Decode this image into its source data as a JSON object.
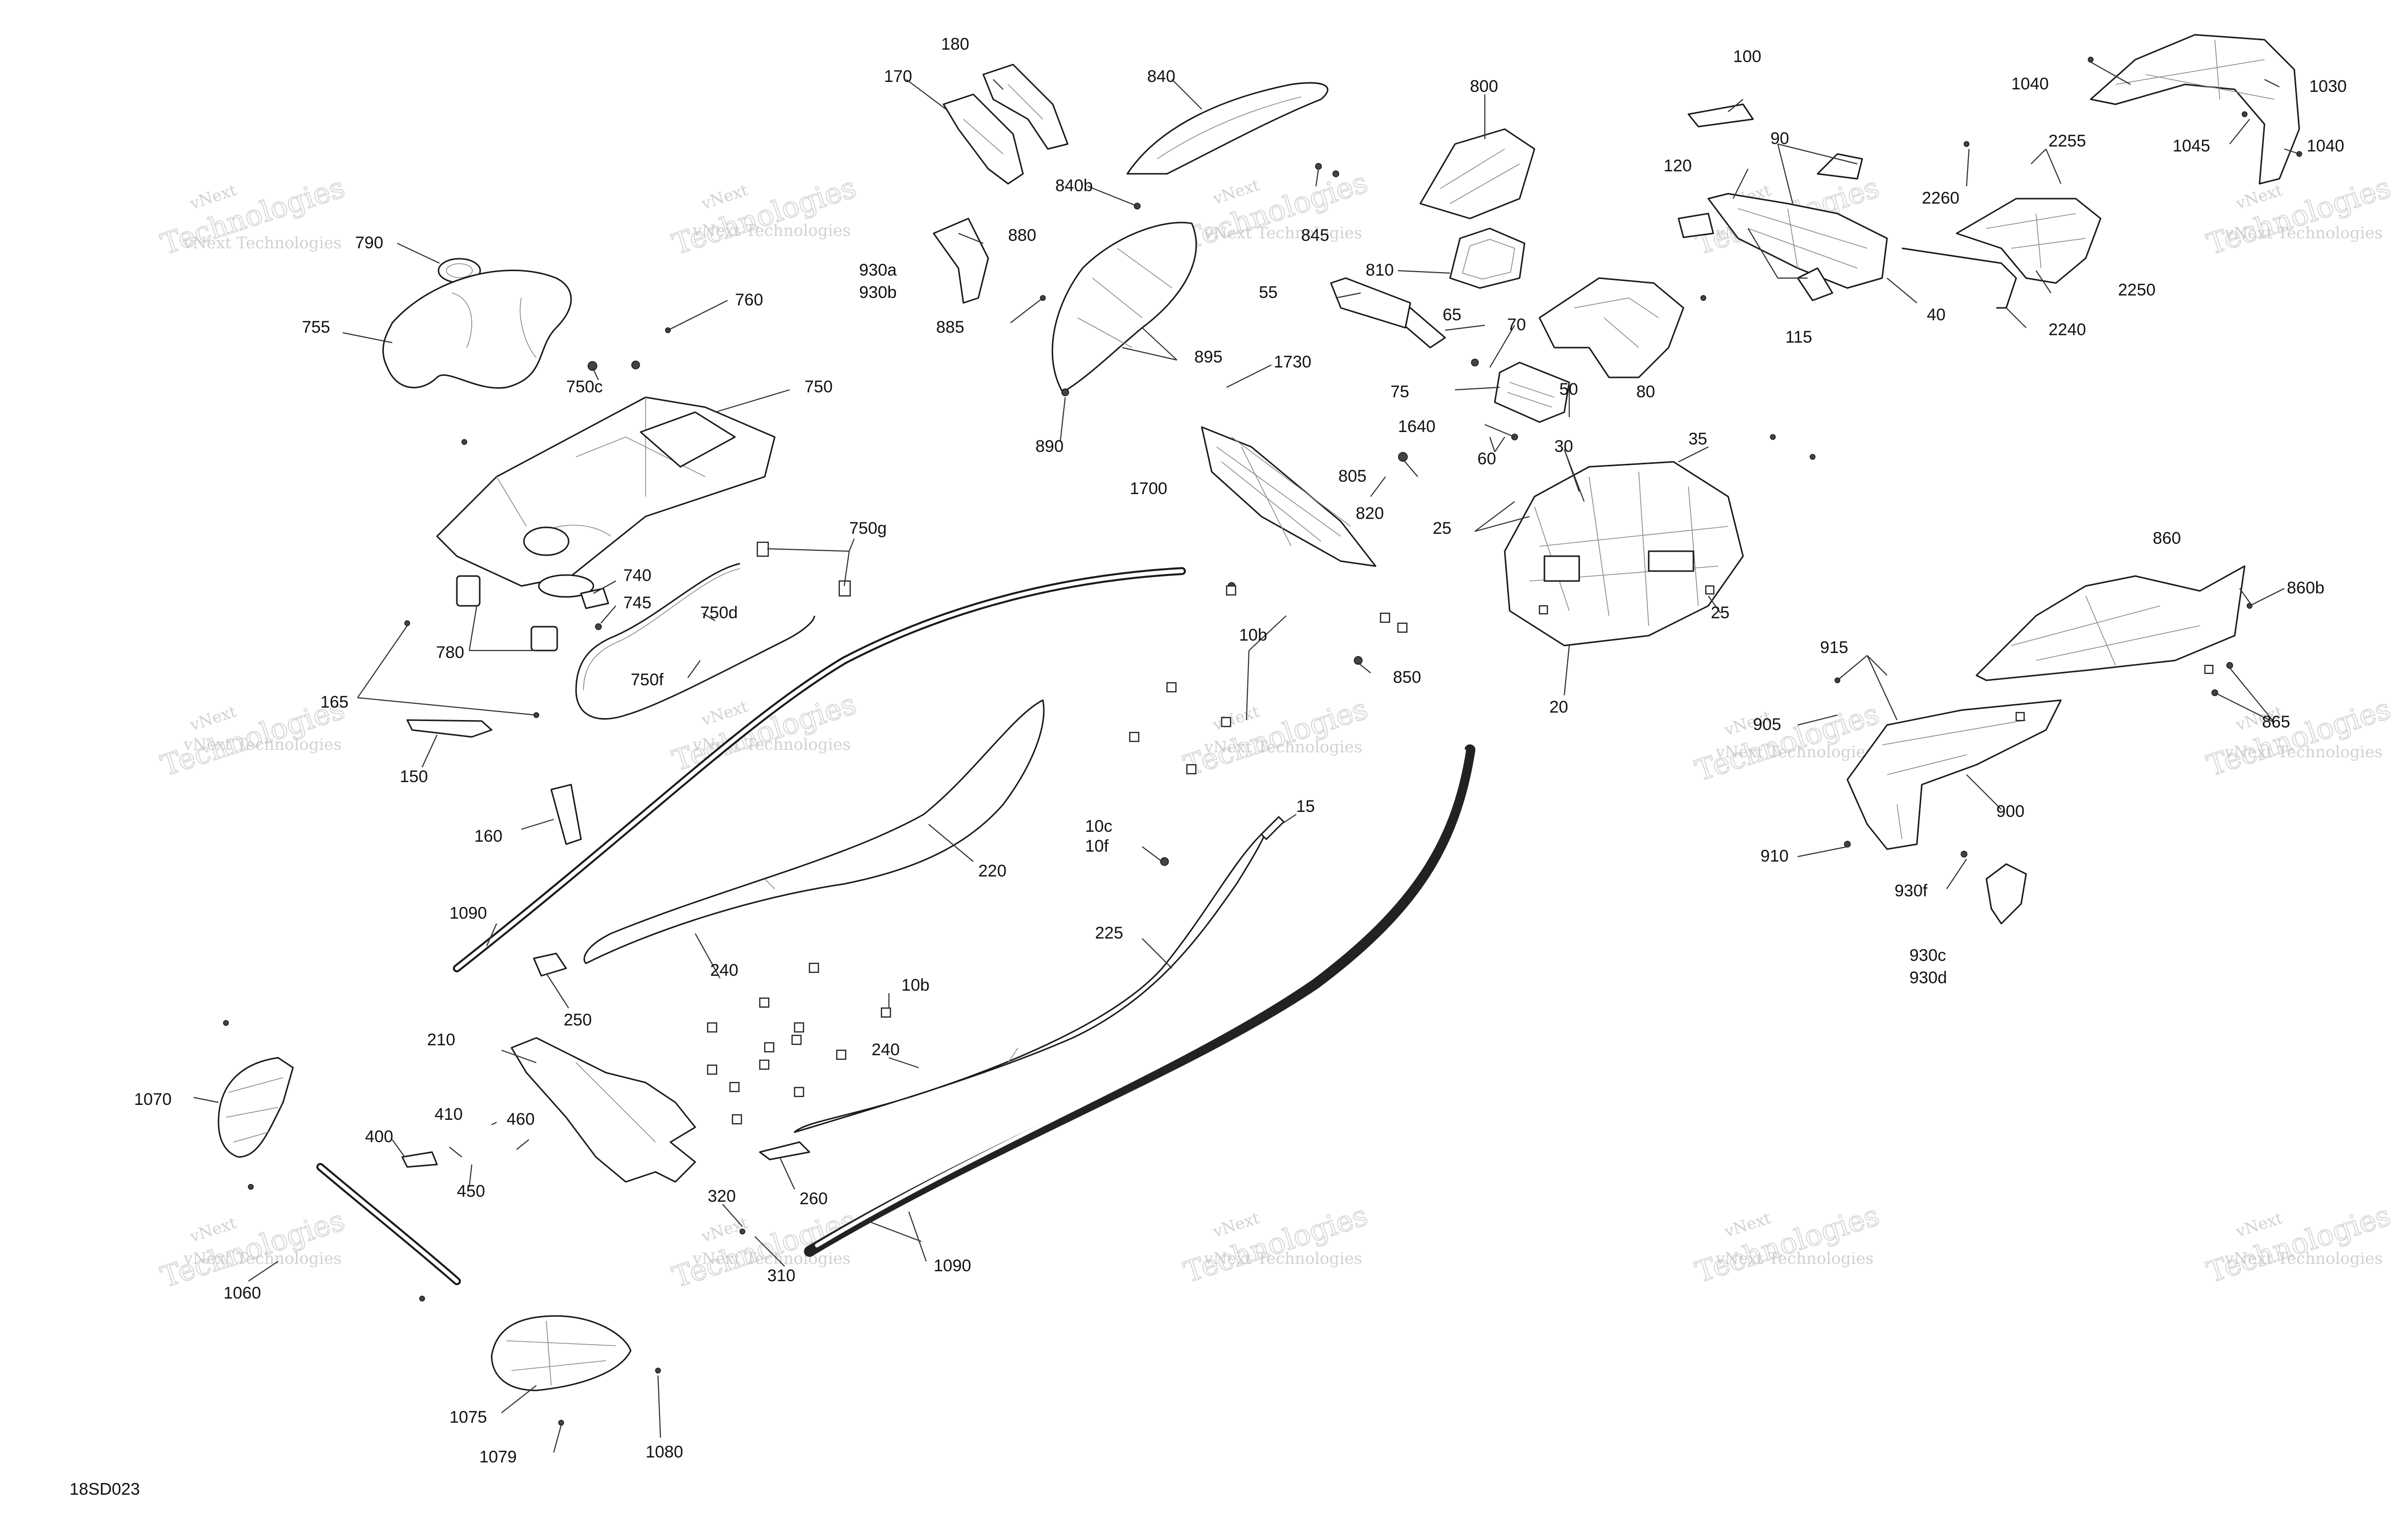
{
  "drawing": {
    "code": "18SD023",
    "watermark_line1": "vNext",
    "watermark_line2": "vNext Technologies",
    "watermark_line3": "Technologies"
  },
  "callouts": {
    "c10b_a": "10b",
    "c10b_b": "10b",
    "c10c": "10c",
    "c10f": "10f",
    "c15": "15",
    "c20": "20",
    "c25_a": "25",
    "c25_b": "25",
    "c30": "30",
    "c35": "35",
    "c40": "40",
    "c50": "50",
    "c55": "55",
    "c60": "60",
    "c65": "65",
    "c70": "70",
    "c75": "75",
    "c80": "80",
    "c90": "90",
    "c100": "100",
    "c115": "115",
    "c120": "120",
    "c150": "150",
    "c160": "160",
    "c165": "165",
    "c170": "170",
    "c180": "180",
    "c210": "210",
    "c220": "220",
    "c225": "225",
    "c240_a": "240",
    "c240_b": "240",
    "c250": "250",
    "c260": "260",
    "c310": "310",
    "c320": "320",
    "c400": "400",
    "c410": "410",
    "c450": "450",
    "c460": "460",
    "c740": "740",
    "c745": "745",
    "c750": "750",
    "c750c": "750c",
    "c750d": "750d",
    "c750f": "750f",
    "c750g": "750g",
    "c755": "755",
    "c760": "760",
    "c780": "780",
    "c790": "790",
    "c800": "800",
    "c805": "805",
    "c810": "810",
    "c820": "820",
    "c840": "840",
    "c840b": "840b",
    "c845": "845",
    "c850": "850",
    "c860": "860",
    "c860b": "860b",
    "c865": "865",
    "c880": "880",
    "c885": "885",
    "c890": "890",
    "c895": "895",
    "c900": "900",
    "c905": "905",
    "c910": "910",
    "c915": "915",
    "c930a": "930a",
    "c930b": "930b",
    "c930c": "930c",
    "c930d": "930d",
    "c930f": "930f",
    "c1030": "1030",
    "c1040_a": "1040",
    "c1040_b": "1040",
    "c1045": "1045",
    "c1060": "1060",
    "c1070": "1070",
    "c1075": "1075",
    "c1079": "1079",
    "c1080": "1080",
    "c1090_a": "1090",
    "c1090_b": "1090",
    "c1640": "1640",
    "c1700": "1700",
    "c1730": "1730",
    "c2240": "2240",
    "c2250": "2250",
    "c2255": "2255",
    "c2260": "2260"
  }
}
